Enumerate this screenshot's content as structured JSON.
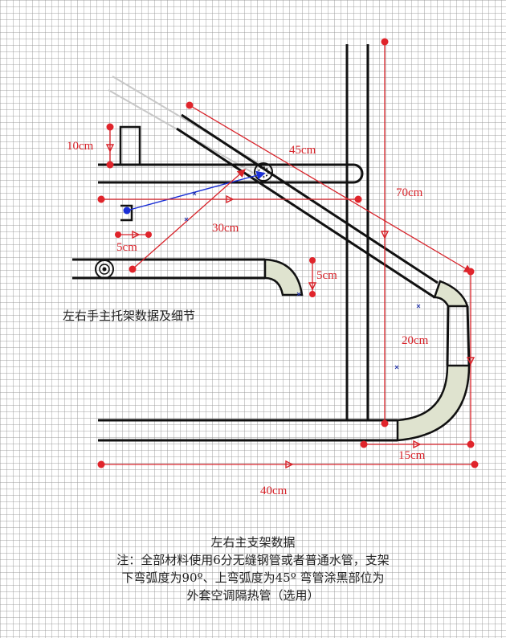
{
  "labels": {
    "dim_10cm": "10cm",
    "dim_45cm": "45cm",
    "dim_70cm": "70cm",
    "dim_30cm": "30cm",
    "dim_5cm_a": "5cm",
    "dim_5cm_b": "5cm",
    "dim_20cm": "20cm",
    "dim_15cm": "15cm",
    "dim_40cm": "40cm"
  },
  "captions": {
    "detail": "左右手主托架数据及细节",
    "main_title": "左右主支架数据",
    "note_line1": "注：全部材料使用6分无缝钢管或者普通水管，支架",
    "note_line2": "下弯弧度为90º、上弯弧度为45º   弯管涂黑部位为",
    "note_line3": "外套空调隔热管（选用）"
  },
  "colors": {
    "pipe": "#111111",
    "dimension": "#d8232a",
    "leader": "#1a2fd6",
    "sleeve": "#dfe3cf"
  }
}
